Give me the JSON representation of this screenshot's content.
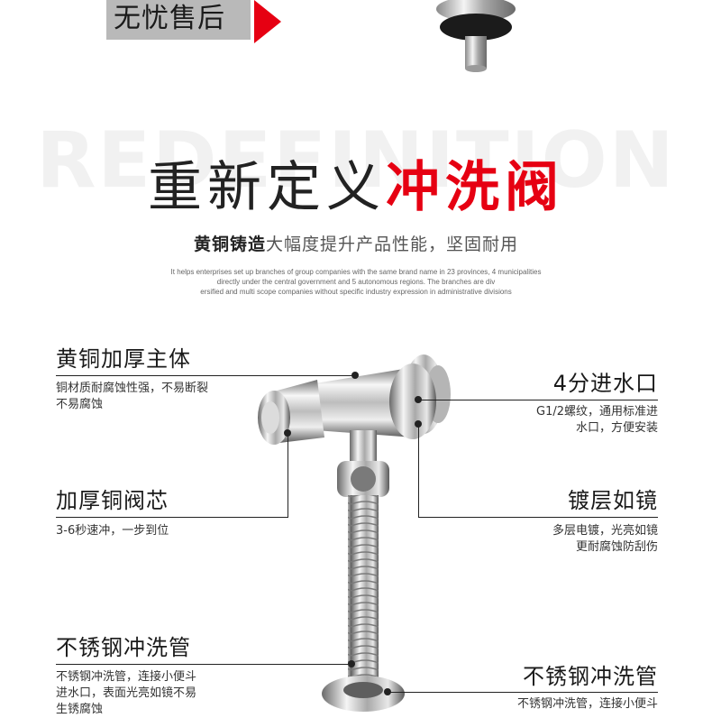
{
  "banner": {
    "badge_text": "无忧售后"
  },
  "watermark": "REDEFINITION",
  "headline": {
    "part1": "重新定义",
    "part2": "冲洗阀"
  },
  "subline": {
    "bold": "黄铜铸造",
    "rest": "大幅度提升产品性能，坚固耐用"
  },
  "english": {
    "line1": "It helps enterprises set up branches of group companies with the same brand name in 23 provinces, 4 municipalities",
    "line2": "directly under the central government and 5 autonomous regions. The branches are div",
    "line3": "ersified and multi scope companies without specific industry expression in administrative divisions"
  },
  "features": {
    "f1": {
      "title": "黄铜加厚主体",
      "desc1": "铜材质耐腐蚀性强，不易断裂",
      "desc2": "不易腐蚀"
    },
    "f2": {
      "title": "4分进水口",
      "desc1": "G1/2螺纹，通用标准进",
      "desc2": "水口，方便安装"
    },
    "f3": {
      "title": "加厚铜阀芯",
      "desc1": "3-6秒速冲，一步到位"
    },
    "f4": {
      "title": "镀层如镜",
      "desc1": "多层电镀，光亮如镜",
      "desc2": "更耐腐蚀防刮伤"
    },
    "f5": {
      "title": "不锈钢冲洗管",
      "desc1": "不锈钢冲洗管，连接小便斗",
      "desc2": "进水口，表面光亮如镜不易",
      "desc3": "生锈腐蚀"
    },
    "f6": {
      "title": "不锈钢冲洗管",
      "desc1": "不锈钢冲洗管，连接小便斗"
    }
  },
  "colors": {
    "accent_red": "#e60012",
    "badge_gray": "#b9b9b9"
  }
}
